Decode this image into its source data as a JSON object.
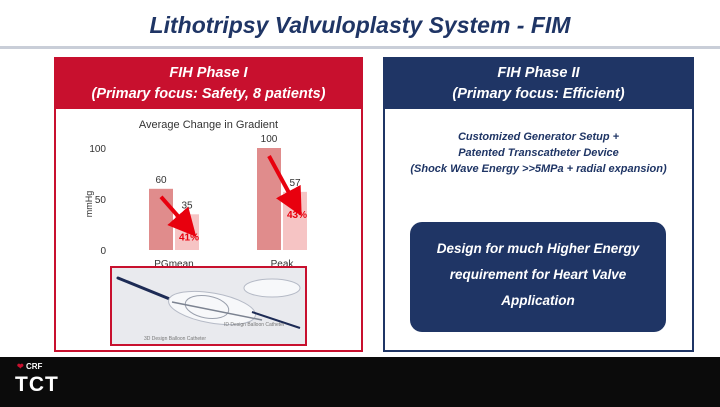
{
  "title": "Lithotripsy Valvuloplasty System - FIM",
  "left_panel": {
    "heading_line1": "FIH Phase I",
    "heading_line2": "(Primary focus: Safety, 8 patients)",
    "device_image_labels": [
      "ID Design Balloon Catheter",
      "3D Design Balloon Catheter"
    ]
  },
  "right_panel": {
    "heading_line1": "FIH Phase II",
    "heading_line2": "(Primary focus: Efficient)",
    "spec_lines": [
      "Customized Generator Setup +",
      "Patented Transcatheter Device",
      "(Shock Wave Energy >>5MPa + radial expansion)"
    ],
    "highlight_lines": [
      "Design for much Higher Energy",
      "requirement for Heart Valve",
      "Application"
    ]
  },
  "footer": {
    "crf": "CRF",
    "tct": "TCT"
  },
  "colors": {
    "navy": "#1f3565",
    "red": "#c8102e",
    "bar_before": "#e08c8c",
    "bar_after": "#f6c4c4",
    "arrow": "#e8000e"
  },
  "chart_data": {
    "type": "bar",
    "title": "Average Change in Gradient",
    "ylabel": "mmHg",
    "ylim": [
      0,
      100
    ],
    "yticks": [
      0,
      50,
      100
    ],
    "categories": [
      "PGmean",
      "Peak"
    ],
    "series": [
      {
        "values": [
          60,
          100
        ]
      },
      {
        "values": [
          35,
          57
        ]
      }
    ],
    "annotations": [
      "41%",
      "43%"
    ]
  }
}
